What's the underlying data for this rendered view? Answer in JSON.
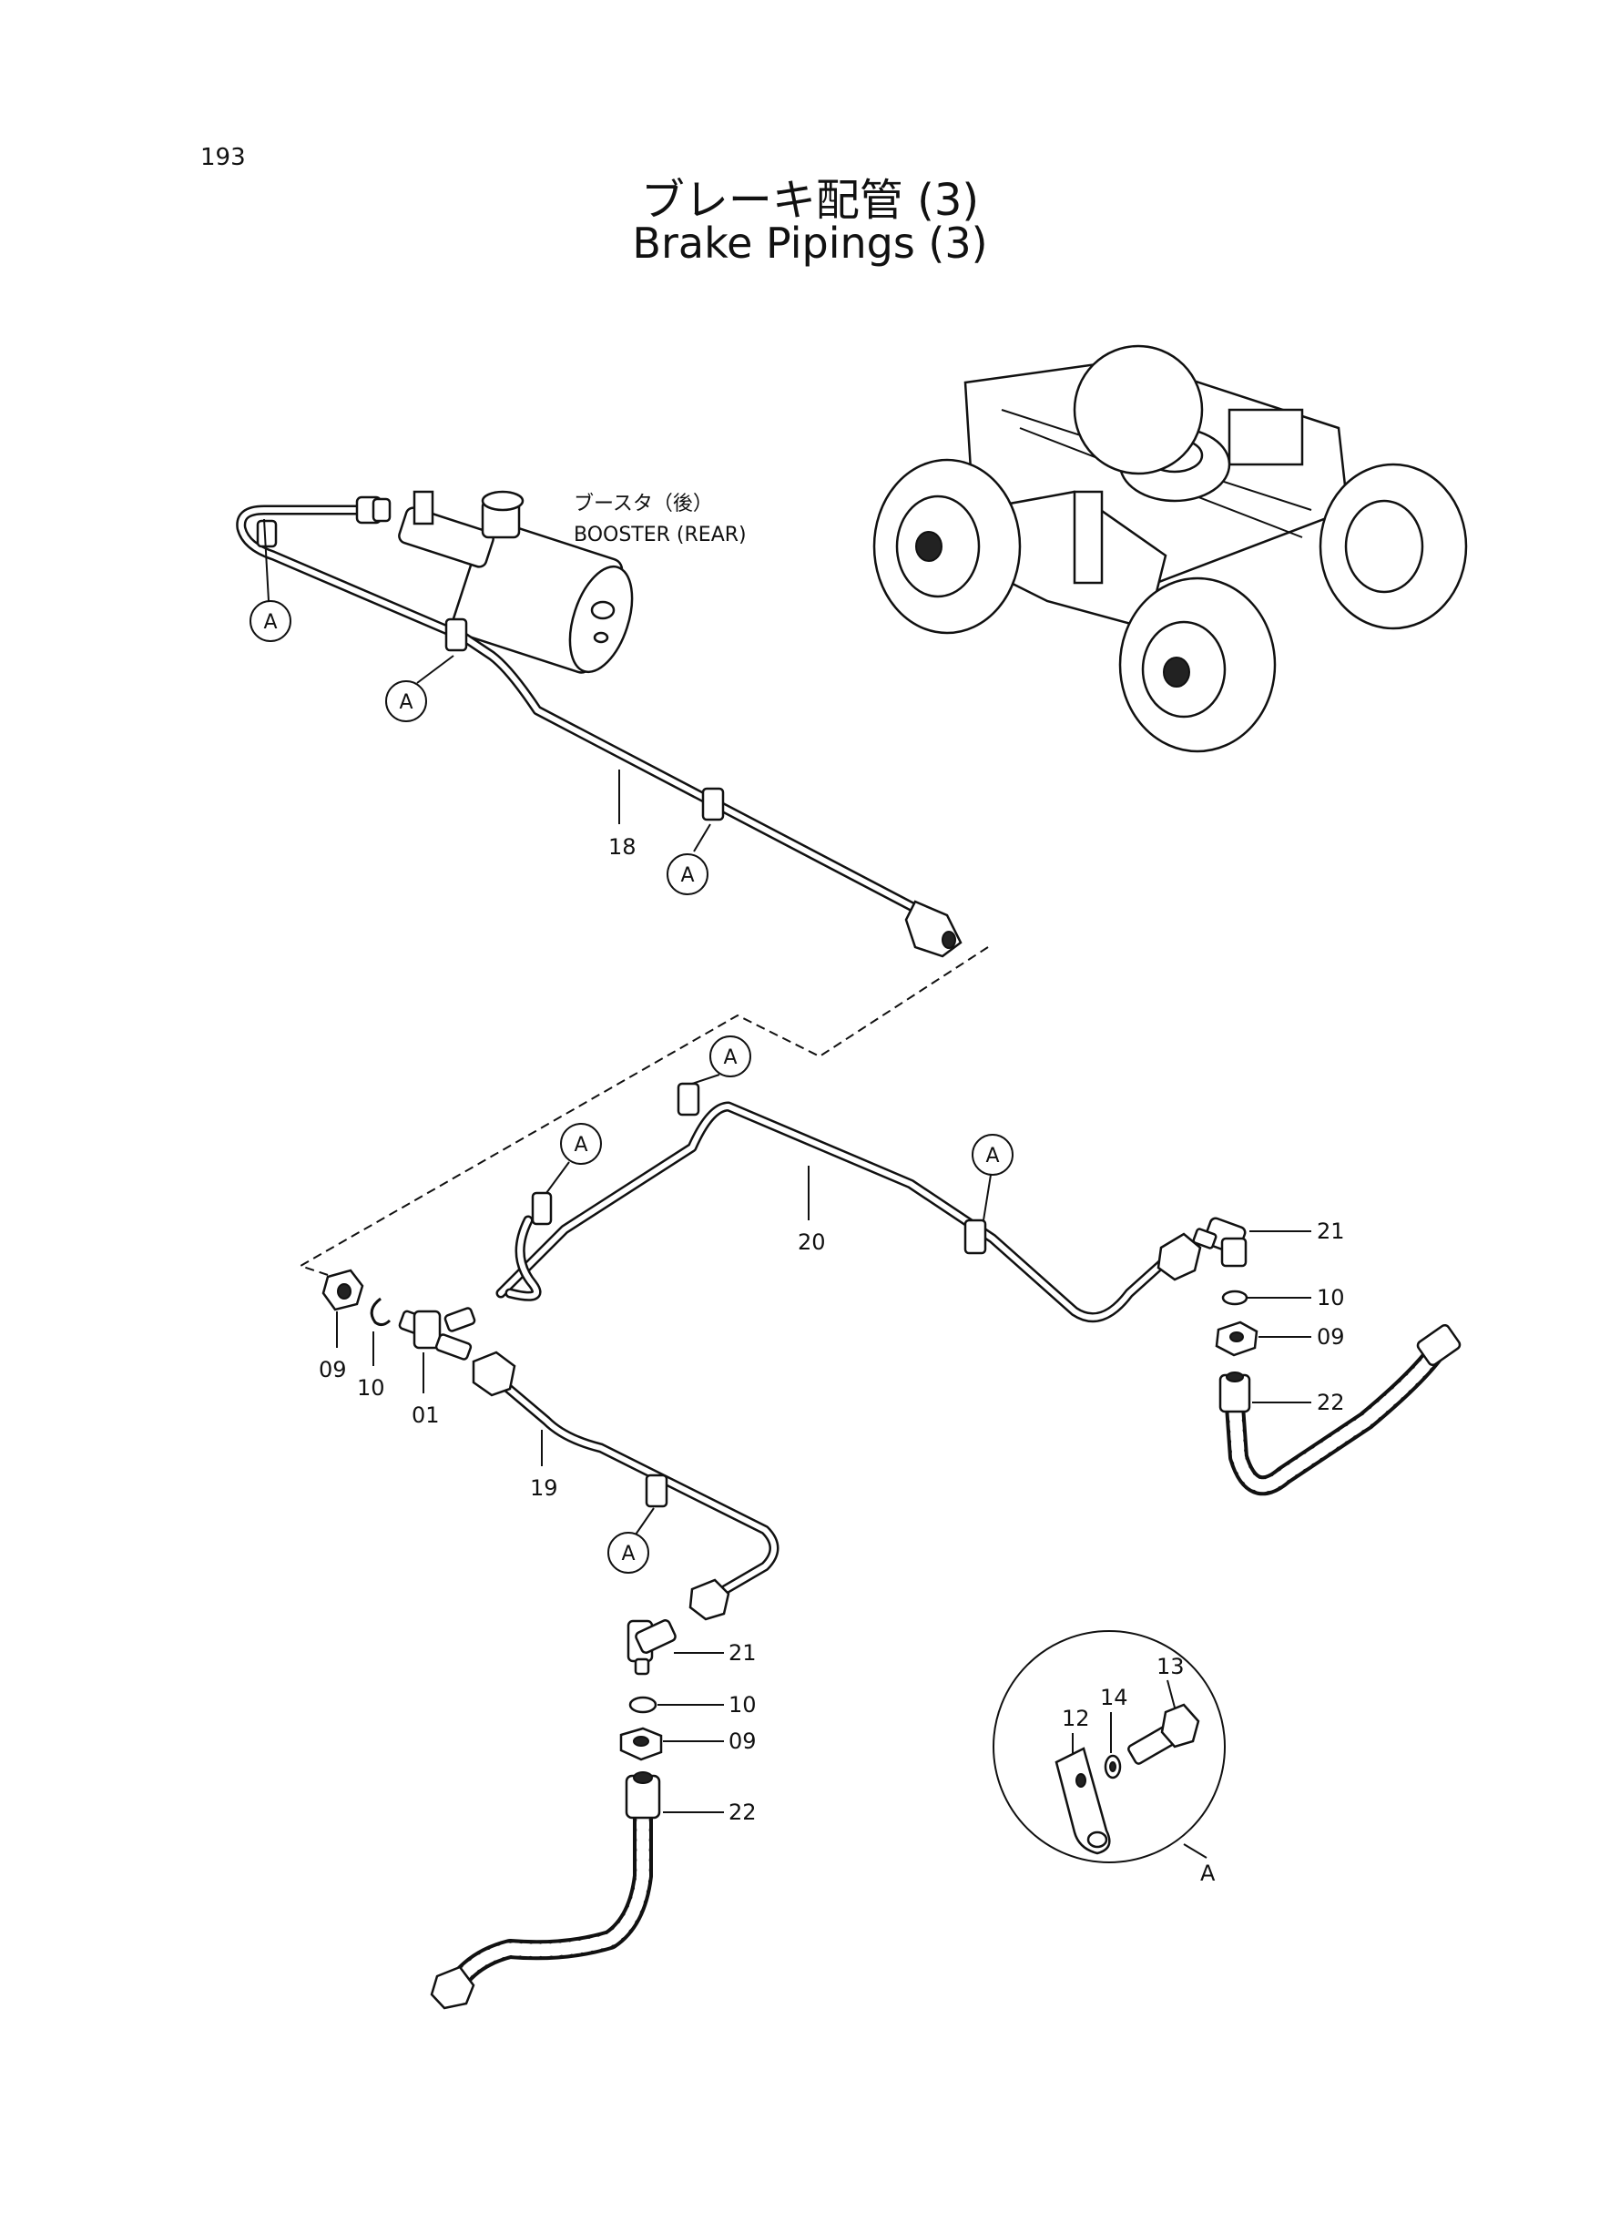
{
  "page": {
    "number": "193"
  },
  "title": {
    "jp": "ブレーキ配管 (3)",
    "en": "Brake Pipings (3)"
  },
  "booster": {
    "label_jp": "ブースタ（後）",
    "label_en": "BOOSTER (REAR)"
  },
  "clamp_ref": "A",
  "detail": {
    "label": "A",
    "parts": [
      "12",
      "13",
      "14"
    ]
  },
  "part_numbers": {
    "p18": "18",
    "p19": "19",
    "p20": "20",
    "p01": "01",
    "p09": "09",
    "p10": "10",
    "p21": "21",
    "p22": "22",
    "p12": "12",
    "p13": "13",
    "p14": "14"
  }
}
